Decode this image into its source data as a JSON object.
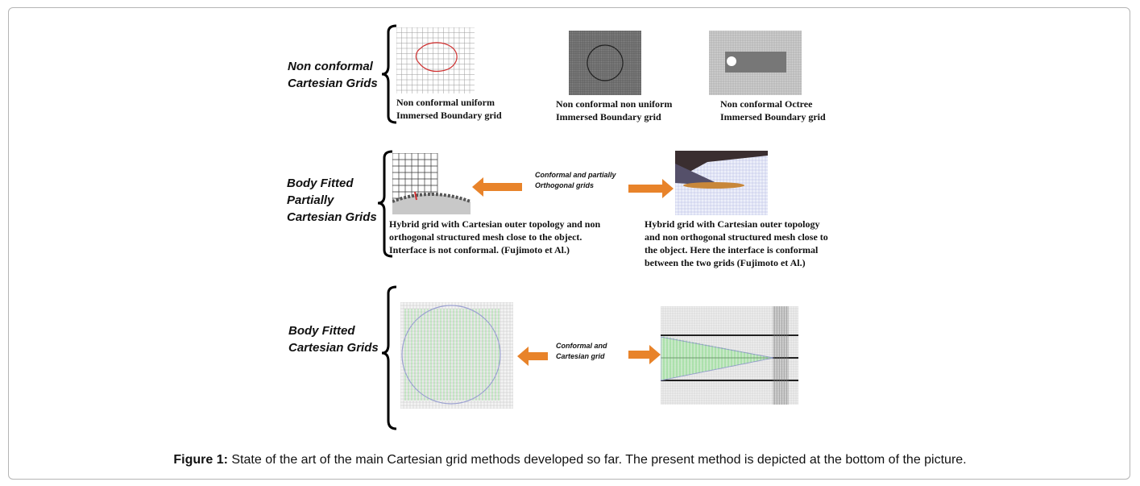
{
  "rows": {
    "row1": {
      "category_lines": [
        "Non conformal",
        "Cartesian Grids"
      ],
      "captions": [
        [
          "Non conformal uniform",
          "Immersed Boundary grid"
        ],
        [
          "Non conformal non uniform",
          "Immersed Boundary grid"
        ],
        [
          "Non conformal Octree",
          "Immersed Boundary grid"
        ]
      ]
    },
    "row2": {
      "category_lines": [
        "Body Fitted",
        "Partially",
        "Cartesian Grids"
      ],
      "middle_lines": [
        "Conformal and partially",
        "Orthogonal grids"
      ],
      "captions": [
        [
          "Hybrid  grid with Cartesian outer topology and non",
          "orthogonal structured mesh close to the object.",
          "Interface is not conformal. (Fujimoto et Al.)"
        ],
        [
          "Hybrid  grid with  Cartesian outer topology",
          "and non orthogonal structured mesh close to",
          "the object. Here the interface is conformal",
          "between the two grids (Fujimoto et Al.)"
        ]
      ]
    },
    "row3": {
      "category_lines": [
        "Body Fitted",
        "Cartesian Grids"
      ],
      "middle_lines": [
        "Conformal and",
        "Cartesian grid"
      ]
    }
  },
  "figure_caption": {
    "label": "Figure 1:",
    "text": " State of the art of the main Cartesian grid methods developed so far. The present method is depicted at the bottom of the picture."
  },
  "colors": {
    "arrow": "#e8832a",
    "outline_red": "#d03030",
    "mesh_green": "#3cc43c"
  }
}
